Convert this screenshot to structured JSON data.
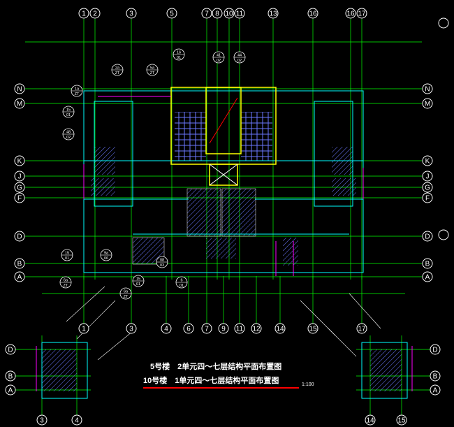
{
  "drawing": {
    "title_line1": "5号楼　2单元四～七层结构平面布置图",
    "title_line2": "10号楼　1单元四～七层结构平面布置图",
    "scale": "1:100"
  },
  "axes": {
    "top": [
      "1",
      "2",
      "3",
      "5",
      "7",
      "8",
      "10",
      "11",
      "13",
      "16",
      "16",
      "17"
    ],
    "bottom": [
      "1",
      "3",
      "4",
      "6",
      "7",
      "9",
      "11",
      "12",
      "14",
      "15",
      "17"
    ],
    "rows": [
      "N",
      "M",
      "K",
      "J",
      "G",
      "F",
      "D",
      "B",
      "A"
    ],
    "left_inset_cols": [
      "3",
      "4"
    ],
    "left_inset_rows": [
      "D",
      "B",
      "A"
    ],
    "right_inset_cols": [
      "14",
      "15"
    ],
    "right_inset_rows": [
      "D",
      "B",
      "A"
    ]
  },
  "detail_bubbles": [
    {
      "top": "2a",
      "bottom": "ZT"
    },
    {
      "top": "5a",
      "bottom": "ZT"
    },
    {
      "top": "1a",
      "bottom": "ZT"
    },
    {
      "top": "15",
      "bottom": "01"
    },
    {
      "top": "48",
      "bottom": "02"
    },
    {
      "top": "16",
      "bottom": "01"
    },
    {
      "top": "41",
      "bottom": "02"
    },
    {
      "top": "44",
      "bottom": "02"
    },
    {
      "top": "15",
      "bottom": "01"
    },
    {
      "top": "9a",
      "bottom": "06"
    },
    {
      "top": "6a",
      "bottom": "ZT"
    },
    {
      "top": "6a",
      "bottom": "ZT"
    },
    {
      "top": "15",
      "bottom": "01"
    },
    {
      "top": "08",
      "bottom": "03"
    },
    {
      "top": "6",
      "bottom": "01"
    }
  ],
  "colors": {
    "background": "#000000",
    "grid": "#00ff00",
    "wall": "#ffff00",
    "beam": "#00ffff",
    "hatch": "#6b78ff",
    "detail": "#ff00ff",
    "text": "#ffffff",
    "accent": "#ff0000"
  }
}
